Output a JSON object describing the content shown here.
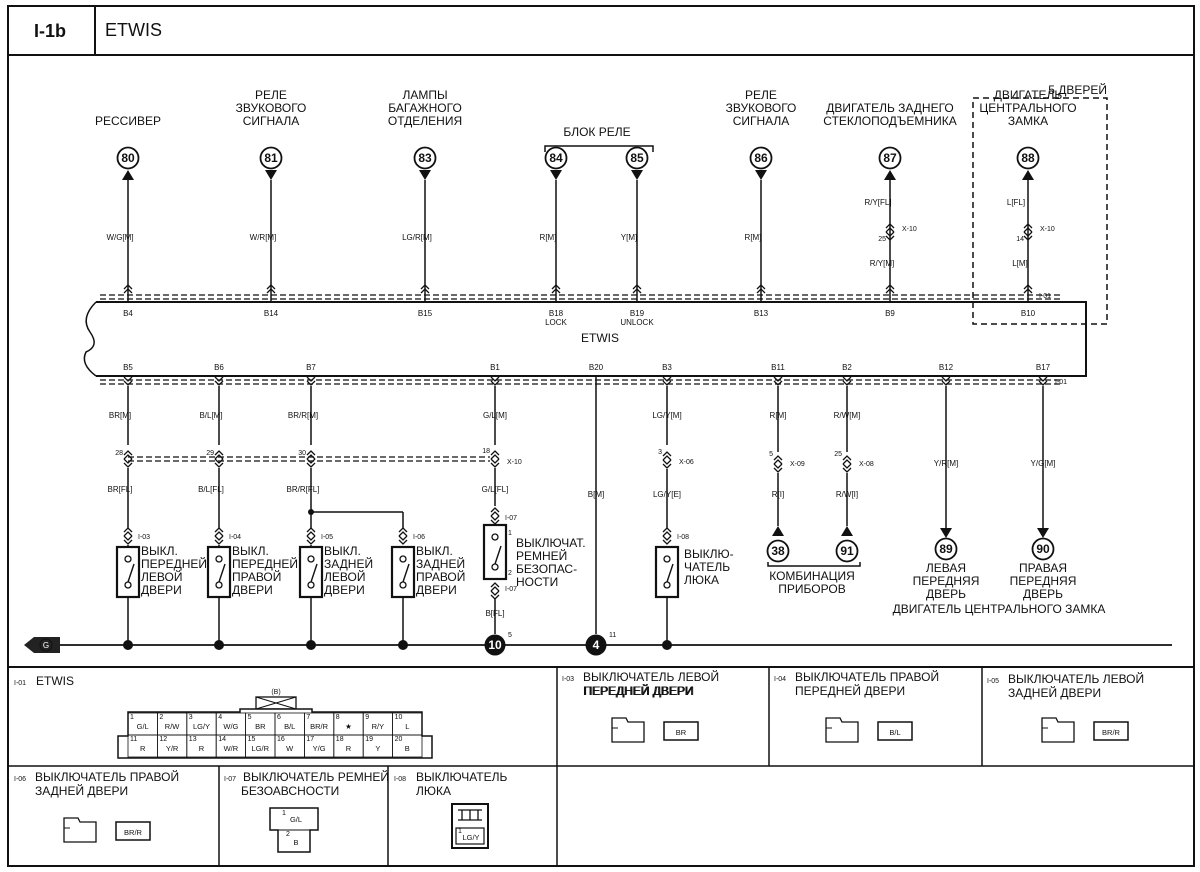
{
  "header": {
    "code": "I-1b",
    "title": "ETWIS"
  },
  "unit_label": "ETWIS",
  "note_5door": "5 ДВЕРЕЙ",
  "top": {
    "rcv": {
      "lines": [
        "РЕССИВЕР"
      ],
      "circle": "80",
      "wire": "W/G[M]",
      "pin": "B4"
    },
    "horn1": {
      "lines": [
        "РЕЛЕ",
        "ЗВУКОВОГО",
        "СИГНАЛА"
      ],
      "circle": "81",
      "wire": "W/R[M]",
      "pin": "B14"
    },
    "trunk": {
      "lines": [
        "ЛАМПЫ",
        "БАГАЖНОГО",
        "ОТДЕЛЕНИЯ"
      ],
      "circle": "83",
      "wire": "LG/R[M]",
      "pin": "B15"
    },
    "relay_block": "БЛОК РЕЛЕ",
    "lock": {
      "circle": "84",
      "wire": "R[M]",
      "pin": "B18",
      "sub": "LOCK"
    },
    "unlock": {
      "circle": "85",
      "wire": "Y[M]",
      "pin": "B19",
      "sub": "UNLOCK"
    },
    "horn2": {
      "lines": [
        "РЕЛЕ",
        "ЗВУКОВОГО",
        "СИГНАЛА"
      ],
      "circle": "86",
      "wire": "R[M]",
      "pin": "B13"
    },
    "rear_win": {
      "lines": [
        "ДВИГАТЕЛЬ ЗАДНЕГО",
        "СТЕКЛОПОДЪЕМНИКА"
      ],
      "circle": "87",
      "wire_top": "R/Y[FL]",
      "conn": "X-10",
      "conn_pin": "25",
      "wire": "R/Y[M]",
      "pin": "B9"
    },
    "central": {
      "lines": [
        "ДВИГАТЕЛЬ",
        "ЦЕНТРАЛЬНОГО",
        "ЗАМКА"
      ],
      "circle": "88",
      "wire_top": "L[FL]",
      "conn": "X-10",
      "conn_pin": "14",
      "wire": "L[M]",
      "pin": "B10",
      "ref": "I-01"
    }
  },
  "bottom": {
    "b5": {
      "pin": "B5",
      "wire": "BR[M]",
      "conn_pin": "28",
      "wire_low": "BR[FL]",
      "ref": "I-03",
      "lines": [
        "ВЫКЛ.",
        "ПЕРЕДНЕЙ",
        "ЛЕВОЙ",
        "ДВЕРИ"
      ]
    },
    "b6": {
      "pin": "B6",
      "wire": "B/L[M]",
      "conn_pin": "29",
      "wire_low": "B/L[FL]",
      "ref": "I-04",
      "lines": [
        "ВЫКЛ.",
        "ПЕРЕДНЕЙ",
        "ПРАВОЙ",
        "ДВЕРИ"
      ]
    },
    "b7": {
      "pin": "B7",
      "wire": "BR/R[M]",
      "conn_pin": "30",
      "wire_low": "BR/R[FL]",
      "ref": "I-05",
      "lines": [
        "ВЫКЛ.",
        "ЗАДНЕЙ",
        "ЛЕВОЙ",
        "ДВЕРИ"
      ]
    },
    "b7b": {
      "ref": "I-06",
      "lines": [
        "ВЫКЛ.",
        "ЗАДНЕЙ",
        "ПРАВОЙ",
        "ДВЕРИ"
      ]
    },
    "b1": {
      "pin": "B1",
      "wire": "G/L[M]",
      "conn_pin": "18",
      "conn": "X-10",
      "wire_low": "G/L[FL]",
      "ref": "I-07",
      "ref2": "I-07",
      "lines": [
        "ВЫКЛЮЧАТ.",
        "РЕМНЕЙ",
        "БЕЗОПАС-",
        "НОСТИ"
      ],
      "sw1": "1",
      "sw2": "2",
      "wire_gnd": "B[FL]",
      "gnd": "10",
      "gnd_pin": "5"
    },
    "b20": {
      "pin": "B20",
      "wire": "B[M]",
      "gnd": "4",
      "gnd_pin": "11"
    },
    "b3": {
      "pin": "B3",
      "wire": "LG/Y[M]",
      "conn_pin": "3",
      "conn": "X-06",
      "wire_low": "LG/Y[E]",
      "ref": "I-08",
      "lines": [
        "ВЫКЛЮ-",
        "ЧАТЕЛЬ",
        "ЛЮКА"
      ]
    },
    "b11": {
      "pin": "B11",
      "wire": "R[M]",
      "conn_pin": "5",
      "conn": "X-09",
      "wire_low": "R[I]",
      "circle": "38"
    },
    "b2": {
      "pin": "B2",
      "wire": "R/W[M]",
      "conn_pin": "25",
      "conn": "X-08",
      "wire_low": "R/W[I]",
      "circle": "91"
    },
    "cluster": [
      "КОМБИНАЦИЯ",
      "ПРИБОРОВ"
    ],
    "b12": {
      "pin": "B12",
      "wire": "Y/R[M]",
      "circle": "89",
      "lines": [
        "ЛЕВАЯ",
        "ПЕРЕДНЯЯ",
        "ДВЕРЬ"
      ]
    },
    "b17": {
      "pin": "B17",
      "ref": "I-01",
      "wire": "Y/G[M]",
      "circle": "90",
      "lines": [
        "ПРАВАЯ",
        "ПЕРЕДНЯЯ",
        "ДВЕРЬ"
      ]
    },
    "central_motor": "ДВИГАТЕЛЬ ЦЕНТРАЛЬНОГО ЗАМКА",
    "ground_symbol": "G"
  },
  "legend": {
    "i01": {
      "code": "I-01",
      "title": "ETWIS",
      "tag": "(B)",
      "row1": [
        [
          "1",
          "G/L"
        ],
        [
          "2",
          "R/W"
        ],
        [
          "3",
          "LG/Y"
        ],
        [
          "4",
          "W/G"
        ],
        [
          "5",
          "BR"
        ],
        [
          "6",
          "B/L"
        ],
        [
          "7",
          "BR/R"
        ],
        [
          "8",
          "★"
        ],
        [
          "9",
          "R/Y"
        ],
        [
          "10",
          "L"
        ]
      ],
      "row2": [
        [
          "11",
          "R"
        ],
        [
          "12",
          "Y/R"
        ],
        [
          "13",
          "R"
        ],
        [
          "14",
          "W/R"
        ],
        [
          "15",
          "LG/R"
        ],
        [
          "16",
          "W"
        ],
        [
          "17",
          "Y/G"
        ],
        [
          "18",
          "R"
        ],
        [
          "19",
          "Y"
        ],
        [
          "20",
          "B"
        ]
      ]
    },
    "i03": {
      "code": "I-03",
      "lines": [
        "ВЫКЛЮЧАТЕЛЬ ЛЕВОЙ",
        "ПЕРЕДНЕЙ ДВЕРИ"
      ],
      "color": "BR"
    },
    "i04": {
      "code": "I-04",
      "lines": [
        "ВЫКЛЮЧАТЕЛЬ ПРАВОЙ",
        "ПЕРЕДНЕЙ ДВЕРИ"
      ],
      "color": "B/L"
    },
    "i05": {
      "code": "I-05",
      "lines": [
        "ВЫКЛЮЧАТЕЛЬ ЛЕВОЙ",
        "ЗАДНЕЙ ДВЕРИ"
      ],
      "color": "BR/R"
    },
    "i06": {
      "code": "I-06",
      "lines": [
        "ВЫКЛЮЧАТЕЛЬ ПРАВОЙ",
        "ЗАДНЕЙ ДВЕРИ"
      ],
      "color": "BR/R"
    },
    "i07": {
      "code": "I-07",
      "lines": [
        "ВЫКЛЮЧАТЕЛЬ РЕМНЕЙ",
        "БЕЗОАВСНОСТИ"
      ],
      "pin1": "1",
      "color1": "G/L",
      "pin2": "2",
      "color2": "B"
    },
    "i08": {
      "code": "I-08",
      "lines": [
        "ВЫКЛЮЧАТЕЛЬ",
        "ЛЮКА"
      ],
      "pin": "1",
      "color": "LG/Y"
    }
  }
}
